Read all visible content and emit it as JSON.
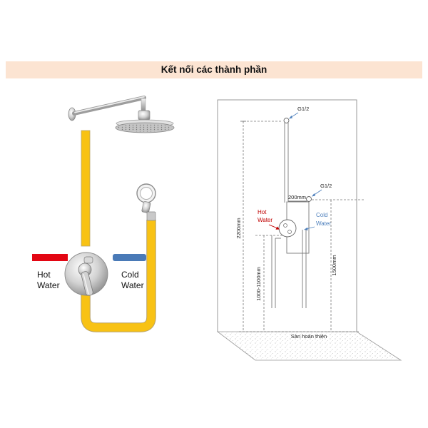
{
  "header": {
    "title": "Kết nối các thành phần"
  },
  "left": {
    "hot": [
      "Hot",
      "Water"
    ],
    "cold": [
      "Cold",
      "Water"
    ]
  },
  "right": {
    "g12_top": "G1/2",
    "g12_mid": "G1/2",
    "offset": "200mm",
    "hot": [
      "Hot",
      "Water"
    ],
    "cold": [
      "Cold",
      "Water"
    ],
    "height_total": "2200mm",
    "height_mixer": "1000-1100mm",
    "height_outlet": "1500mm",
    "floor": "Sàn hoàn thiện"
  },
  "colors": {
    "header_bg": "#fce4d2",
    "hot": "#e30613",
    "cold": "#4a7ab7",
    "hot_text": "#c00000",
    "cold_text": "#4f81bd",
    "pipe": "#f8c214"
  }
}
